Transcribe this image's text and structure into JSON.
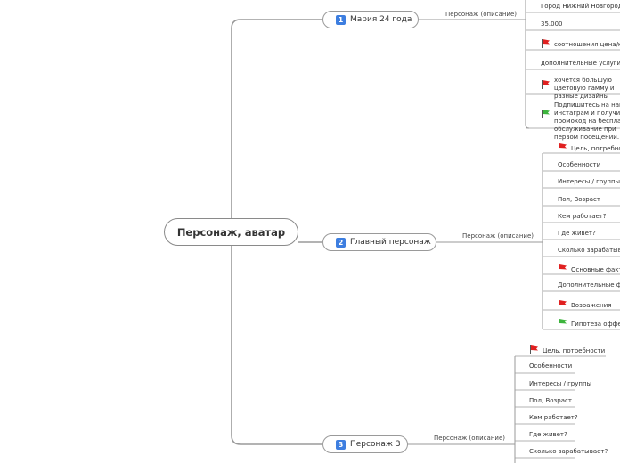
{
  "root": {
    "label": "Персонаж, аватар"
  },
  "branches": [
    {
      "badge": "1",
      "label": "Мария 24 года",
      "relation": "Персонаж (описание)",
      "leaves": [
        {
          "text": "Город Нижний Новгород",
          "flag": ""
        },
        {
          "text": "35.000",
          "flag": ""
        },
        {
          "text": "соотношения цена/качество",
          "flag": "red"
        },
        {
          "text": "дополнительные услуги",
          "flag": ""
        },
        {
          "text": "хочется большую цветовую гамму и разные дизайны",
          "flag": "red"
        },
        {
          "text": "Подпишитесь на наш инстаграм и получите промокод на бесплатное обслуживание при первом посещении.",
          "flag": "green"
        }
      ]
    },
    {
      "badge": "2",
      "label": "Главный персонаж",
      "relation": "Персонаж (описание)",
      "leaves": [
        {
          "text": "Цель, потребности",
          "flag": "red"
        },
        {
          "text": "Особенности",
          "flag": ""
        },
        {
          "text": "Интересы / группы",
          "flag": ""
        },
        {
          "text": "Пол, Возраст",
          "flag": ""
        },
        {
          "text": "Кем работает?",
          "flag": ""
        },
        {
          "text": "Где живет?",
          "flag": ""
        },
        {
          "text": "Сколько зарабатывает?",
          "flag": ""
        },
        {
          "text": "Основные факторы",
          "flag": "red"
        },
        {
          "text": "Дополнительные факторы",
          "flag": ""
        },
        {
          "text": "Возражения",
          "flag": "red"
        },
        {
          "text": "Гипотеза оффера",
          "flag": "green"
        }
      ]
    },
    {
      "badge": "3",
      "label": "Персонаж 3",
      "relation": "Персонаж (описание)",
      "leaves": [
        {
          "text": "Цель, потребности",
          "flag": "red"
        },
        {
          "text": "Особенности",
          "flag": ""
        },
        {
          "text": "Интересы / группы",
          "flag": ""
        },
        {
          "text": "Пол, Возраст",
          "flag": ""
        },
        {
          "text": "Кем работает?",
          "flag": ""
        },
        {
          "text": "Где живет?",
          "flag": ""
        },
        {
          "text": "Сколько зарабатывает?",
          "flag": ""
        }
      ]
    }
  ],
  "colors": {
    "flag_red": "#e02020",
    "flag_green": "#3cb43c",
    "badge": "#3d7ee0",
    "line": "#9a9a9a"
  }
}
